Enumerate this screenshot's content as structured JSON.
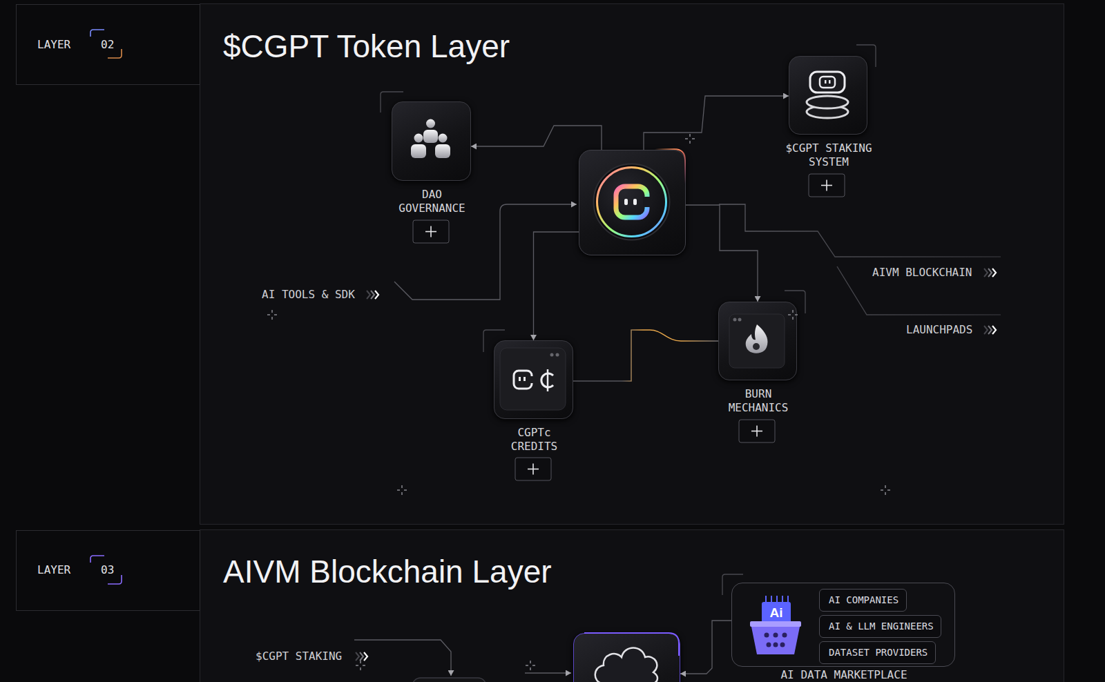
{
  "diagram": {
    "nodes": [
      {
        "text": [
          "$CGPT Token Layer"
        ]
      },
      {
        "text": [
          "LAYER",
          "02"
        ],
        "in": 0
      },
      {
        "text": [
          "DAO GOVERNANCE"
        ],
        "in": 0
      },
      {
        "in": 0
      },
      {
        "text": [
          "$CGPT STAKING SYSTEM"
        ],
        "in": 0
      },
      {
        "text": [
          "CGPTc CREDITS"
        ],
        "in": 0
      },
      {
        "text": [
          "BURN MECHANICS"
        ],
        "in": 0
      },
      {
        "text": [
          "AIVM Blockchain Layer"
        ]
      },
      {
        "text": [
          "LAYER",
          "03"
        ],
        "in": 7
      },
      {
        "text": [
          "AI DATA MARKETPLACE"
        ],
        "in": 7
      },
      {
        "text": [
          "AI COMPANIES"
        ],
        "in": 9
      },
      {
        "text": [
          "AI & LLM ENGINEERS"
        ],
        "in": 9
      },
      {
        "text": [
          "DATASET PROVIDERS"
        ],
        "in": 9
      },
      {
        "in": 7
      }
    ],
    "edges": [
      {
        "from": 3,
        "to": 2,
        "arrow": "to"
      },
      {
        "from": 3,
        "to": 4,
        "arrow": "to"
      },
      {
        "from": 3,
        "to": 5,
        "arrow": "to"
      },
      {
        "from": 3,
        "to": 6,
        "arrow": "to"
      },
      {
        "from": 5,
        "to": 6,
        "arrow": "none"
      },
      {
        "from": 9,
        "to": 13,
        "arrow": "to"
      }
    ],
    "labels": [
      "AI TOOLS & SDK",
      "AIVM BLOCKCHAIN",
      "LAUNCHPADS",
      "Ai",
      "$CGPT STAKING"
    ]
  }
}
